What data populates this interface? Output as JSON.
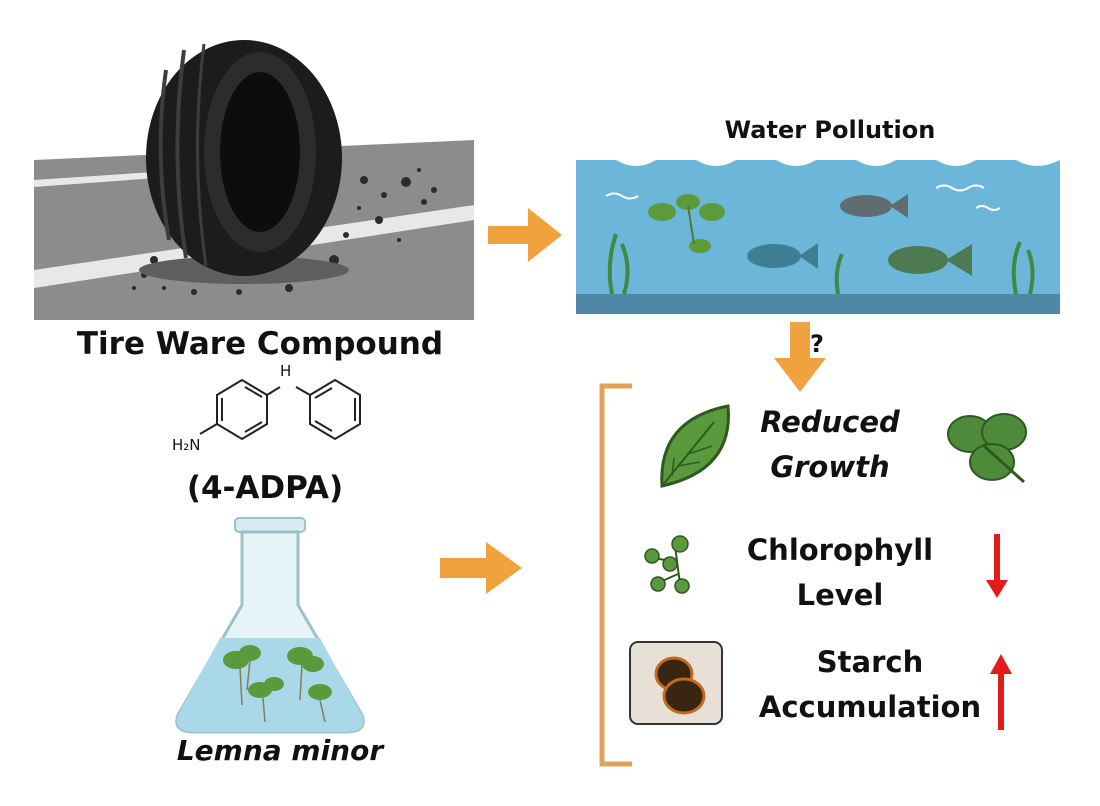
{
  "source": {
    "title": "Tire Ware Compound",
    "compound": "(4-ADPA)",
    "amine_label": "H₂N",
    "nh_label": "H"
  },
  "environment": {
    "title": "Water Pollution",
    "question": "?"
  },
  "test_organism": {
    "name": "Lemna minor"
  },
  "effects": {
    "growth": {
      "line1": "Reduced",
      "line2": "Growth"
    },
    "chlorophyll": {
      "line1": "Chlorophyll",
      "line2": "Level",
      "direction": "down"
    },
    "starch": {
      "line1": "Starch",
      "line2": "Accumulation",
      "direction": "up"
    }
  },
  "colors": {
    "arrow": "#f0a23e",
    "bracket": "#e3a05a",
    "trend": "#e41b1b",
    "water": "#6cb6da",
    "leaf": "#4f8a3a",
    "road": "#8c8c8c"
  }
}
